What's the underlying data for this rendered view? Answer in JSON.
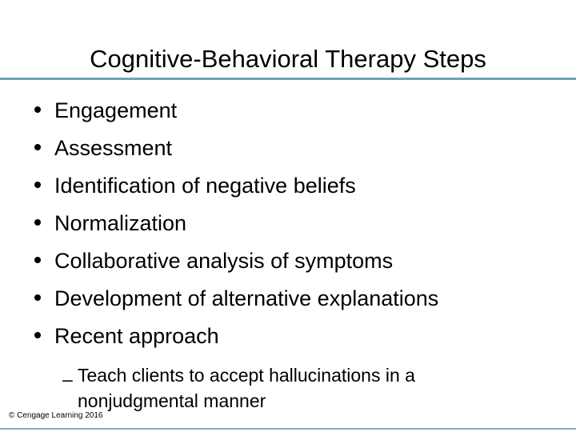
{
  "slide": {
    "title": "Cognitive-Behavioral Therapy Steps",
    "accent_color": "#6CA3B5",
    "text_color": "#000000",
    "background_color": "#FFFFFF",
    "bullet_marker": "•",
    "subbullet_marker": "–",
    "bullets": [
      {
        "text": "Engagement"
      },
      {
        "text": "Assessment"
      },
      {
        "text": "Identification of negative beliefs"
      },
      {
        "text": "Normalization"
      },
      {
        "text": "Collaborative analysis of symptoms"
      },
      {
        "text": "Development of alternative explanations"
      },
      {
        "text": "Recent approach"
      }
    ],
    "subbullets": [
      {
        "text": "Teach clients to accept hallucinations in a nonjudgmental manner"
      }
    ],
    "footer": {
      "copyright": "© Cengage Learning 2016"
    }
  }
}
